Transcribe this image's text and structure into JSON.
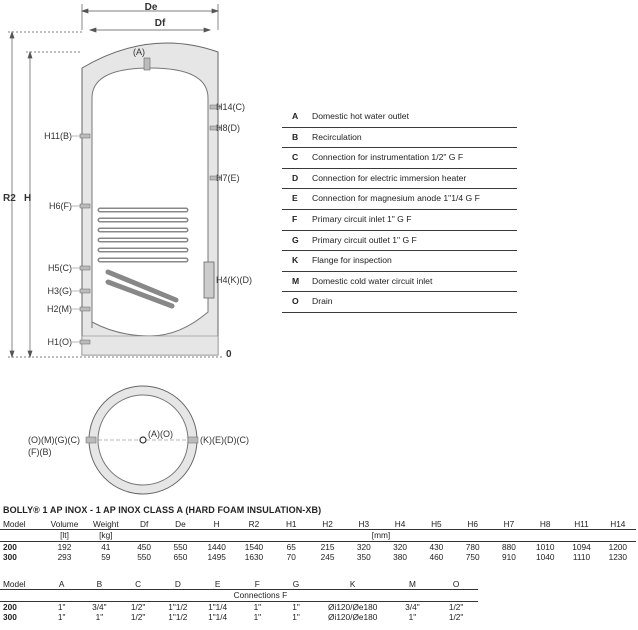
{
  "drawing": {
    "dim_de": "De",
    "dim_df": "Df",
    "dim_r2": "R2",
    "dim_h": "H",
    "zero": "0",
    "top_conn": "(A)",
    "left_labels": [
      "H11(B)",
      "H6(F)",
      "H5(C)",
      "H3(G)",
      "H2(M)",
      "H1(O)"
    ],
    "right_labels": [
      "H14(C)",
      "H8(D)",
      "H7(E)",
      "H4(K)(D)"
    ],
    "plan_center": "(A)(O)",
    "plan_left_1": "(O)(M)(G)(C)",
    "plan_left_2": "(F)(B)",
    "plan_right": "(K)(E)(D)(C)"
  },
  "legend": [
    {
      "code": "A",
      "desc": "Domestic hot water outlet"
    },
    {
      "code": "B",
      "desc": "Recirculation"
    },
    {
      "code": "C",
      "desc": "Connection for instrumentation 1/2\" G F"
    },
    {
      "code": "D",
      "desc": "Connection for electric immersion heater"
    },
    {
      "code": "E",
      "desc": "Connection for magnesium anode 1\"1/4 G F"
    },
    {
      "code": "F",
      "desc": "Primary circuit inlet 1\" G F"
    },
    {
      "code": "G",
      "desc": "Primary circuit outlet 1\" G F"
    },
    {
      "code": "K",
      "desc": "Flange for inspection"
    },
    {
      "code": "M",
      "desc": "Domestic cold water circuit inlet"
    },
    {
      "code": "O",
      "desc": "Drain"
    }
  ],
  "table_title": "BOLLY® 1 AP INOX - 1 AP INOX CLASS A (HARD FOAM INSULATION-XB)",
  "table1": {
    "headers": [
      "Model",
      "Volume",
      "Weight",
      "Df",
      "De",
      "H",
      "R2",
      "H1",
      "H2",
      "H3",
      "H4",
      "H5",
      "H6",
      "H7",
      "H8",
      "H11",
      "H14"
    ],
    "units": [
      "",
      "[lt]",
      "[kg]",
      "[mm]"
    ],
    "rows": [
      [
        "200",
        "192",
        "41",
        "450",
        "550",
        "1440",
        "1540",
        "65",
        "215",
        "320",
        "320",
        "430",
        "780",
        "880",
        "1010",
        "1094",
        "1200"
      ],
      [
        "300",
        "293",
        "59",
        "550",
        "650",
        "1495",
        "1630",
        "70",
        "245",
        "350",
        "380",
        "460",
        "750",
        "910",
        "1040",
        "1110",
        "1230"
      ]
    ]
  },
  "table2": {
    "headers": [
      "Model",
      "A",
      "B",
      "C",
      "D",
      "E",
      "F",
      "G",
      "K",
      "M",
      "O"
    ],
    "unit": "Connections F",
    "rows": [
      [
        "200",
        "1\"",
        "3/4\"",
        "1/2\"",
        "1\"1/2",
        "1\"1/4",
        "1\"",
        "1\"",
        "Øi120/Øe180",
        "3/4\"",
        "1/2\""
      ],
      [
        "300",
        "1\"",
        "1\"",
        "1/2\"",
        "1\"1/2",
        "1\"1/4",
        "1\"",
        "1\"",
        "Øi120/Øe180",
        "1\"",
        "1/2\""
      ]
    ]
  }
}
